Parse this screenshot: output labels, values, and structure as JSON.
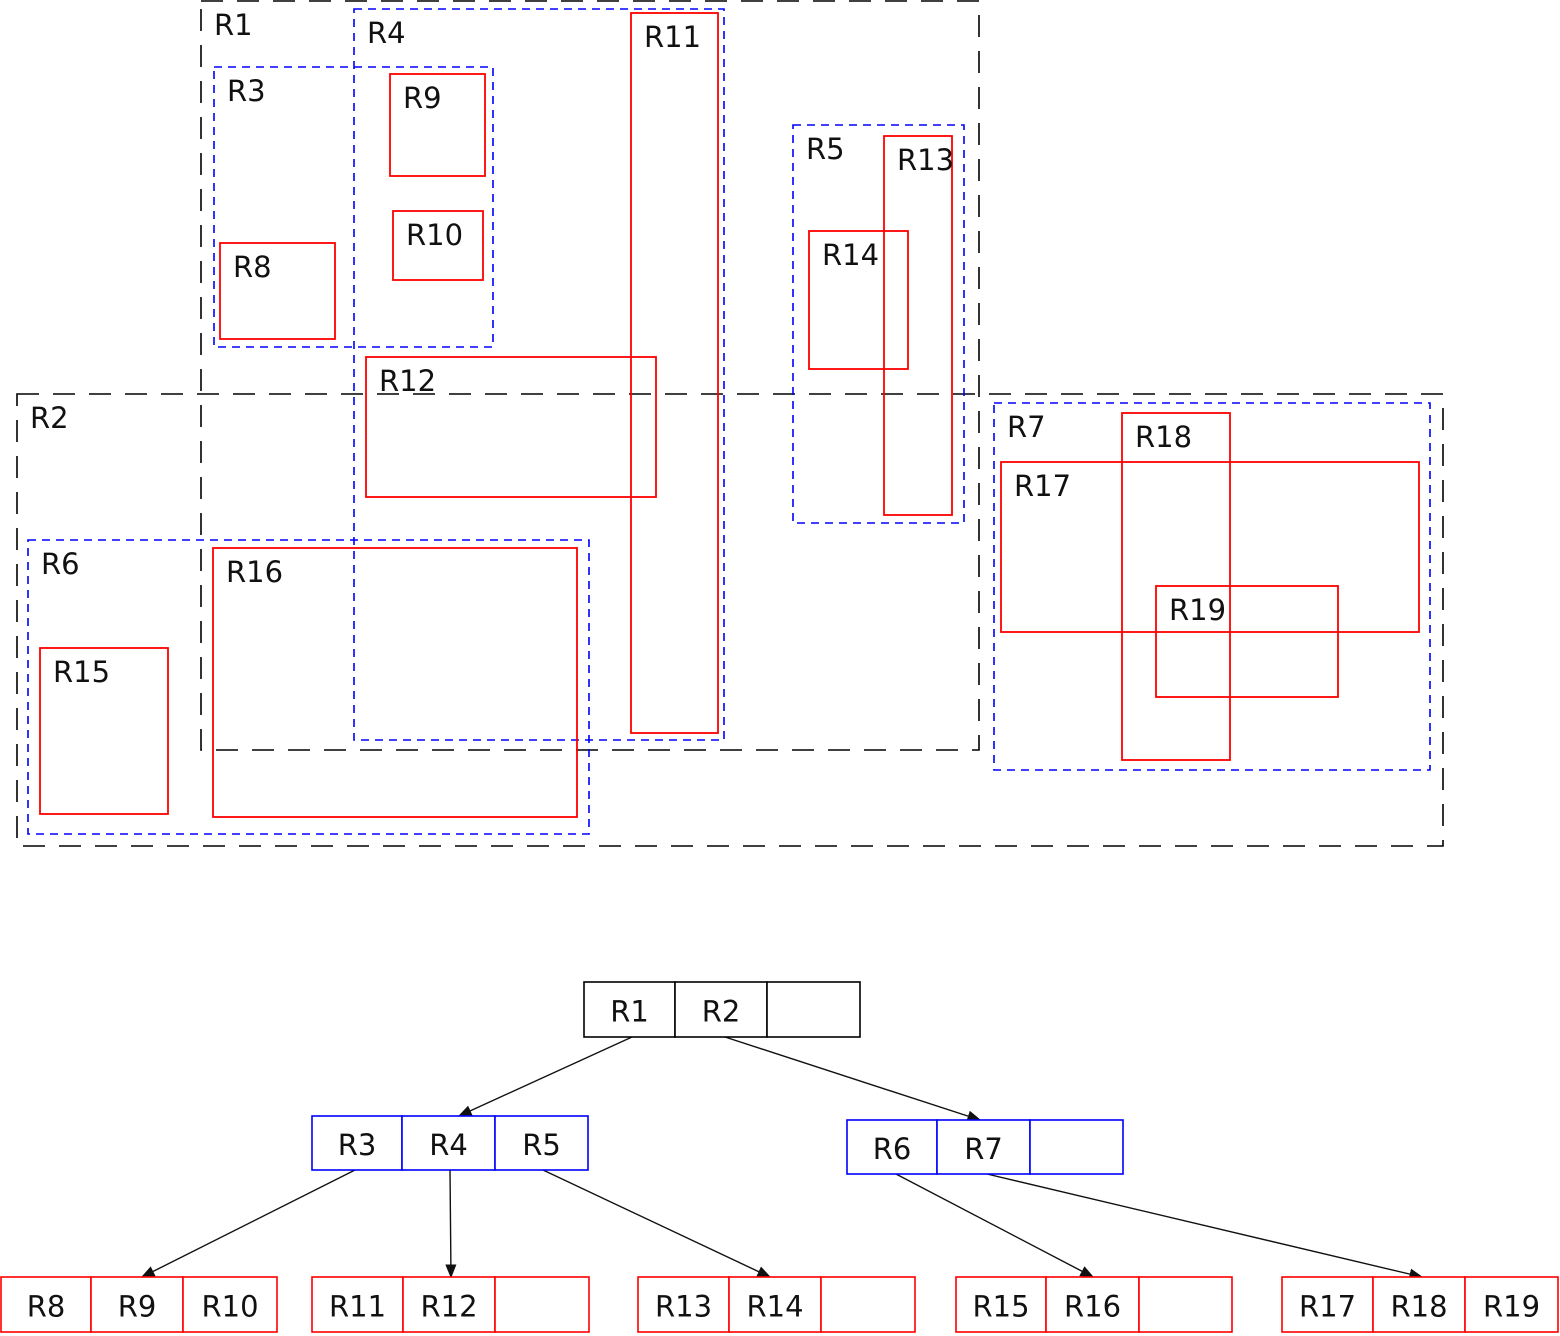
{
  "colors": {
    "level1": "#000000",
    "level2": "#0000ff",
    "leaf": "#ff0000"
  },
  "regions": {
    "R1": "R1",
    "R2": "R2",
    "R3": "R3",
    "R4": "R4",
    "R5": "R5",
    "R6": "R6",
    "R7": "R7",
    "R8": "R8",
    "R9": "R9",
    "R10": "R10",
    "R11": "R11",
    "R12": "R12",
    "R13": "R13",
    "R14": "R14",
    "R15": "R15",
    "R16": "R16",
    "R17": "R17",
    "R18": "R18",
    "R19": "R19"
  },
  "tree": {
    "root": {
      "entries": [
        "R1",
        "R2",
        ""
      ]
    },
    "internal": [
      {
        "entries": [
          "R3",
          "R4",
          "R5"
        ]
      },
      {
        "entries": [
          "R6",
          "R7",
          ""
        ]
      }
    ],
    "leaves": [
      {
        "entries": [
          "R8",
          "R9",
          "R10"
        ]
      },
      {
        "entries": [
          "R11",
          "R12",
          ""
        ]
      },
      {
        "entries": [
          "R13",
          "R14",
          ""
        ]
      },
      {
        "entries": [
          "R15",
          "R16",
          ""
        ]
      },
      {
        "entries": [
          "R17",
          "R18",
          "R19"
        ]
      }
    ]
  }
}
